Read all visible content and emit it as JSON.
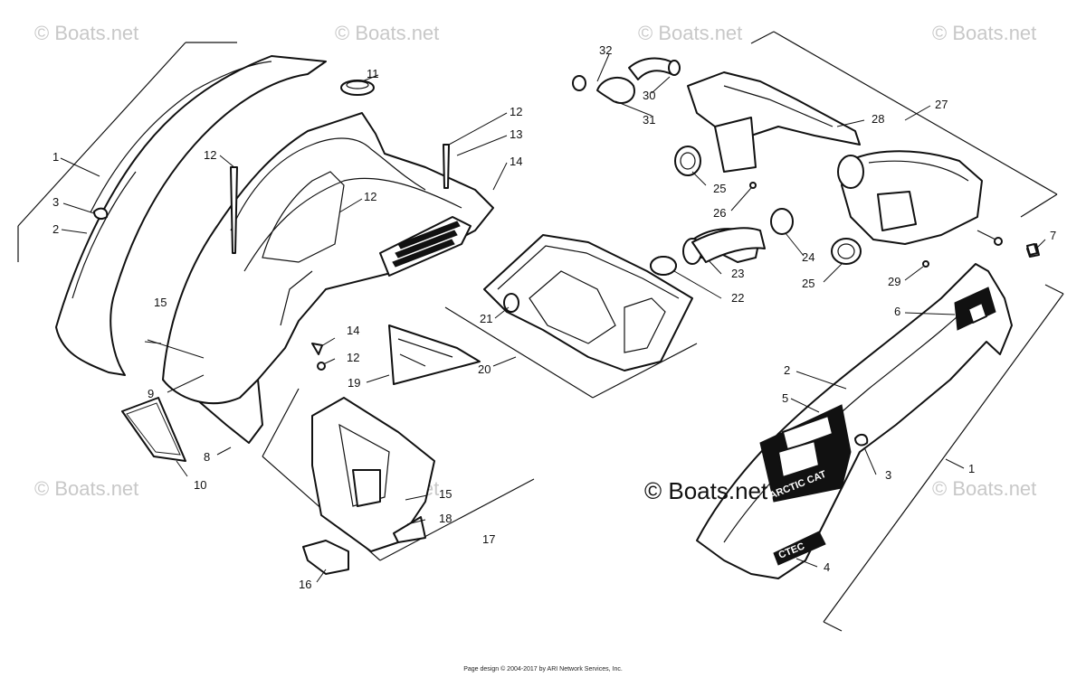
{
  "callouts": {
    "c1_left": "1",
    "c1_right": "1",
    "c2_left": "2",
    "c2_right": "2",
    "c3_left": "3",
    "c3_right": "3",
    "c4": "4",
    "c5": "5",
    "c6": "6",
    "c7": "7",
    "c8": "8",
    "c9": "9",
    "c10": "10",
    "c11": "11",
    "c12_a": "12",
    "c12_b": "12",
    "c12_c": "12",
    "c12_d": "12",
    "c13": "13",
    "c14_a": "14",
    "c14_b": "14",
    "c15_a": "15",
    "c15_b": "15",
    "c16": "16",
    "c17": "17",
    "c18": "18",
    "c19": "19",
    "c20": "20",
    "c21": "21",
    "c22": "22",
    "c23": "23",
    "c24": "24",
    "c25_a": "25",
    "c25_b": "25",
    "c26": "26",
    "c27": "27",
    "c28": "28",
    "c29": "29",
    "c30": "30",
    "c31": "31",
    "c32": "32"
  },
  "decals": {
    "brand": "ARCTIC CAT",
    "model": "CTEC"
  },
  "watermarks": {
    "faint": "© Boats.net",
    "strong": "© Boats.net"
  },
  "footer": "Page design © 2004-2017 by ARI Network Services, Inc."
}
